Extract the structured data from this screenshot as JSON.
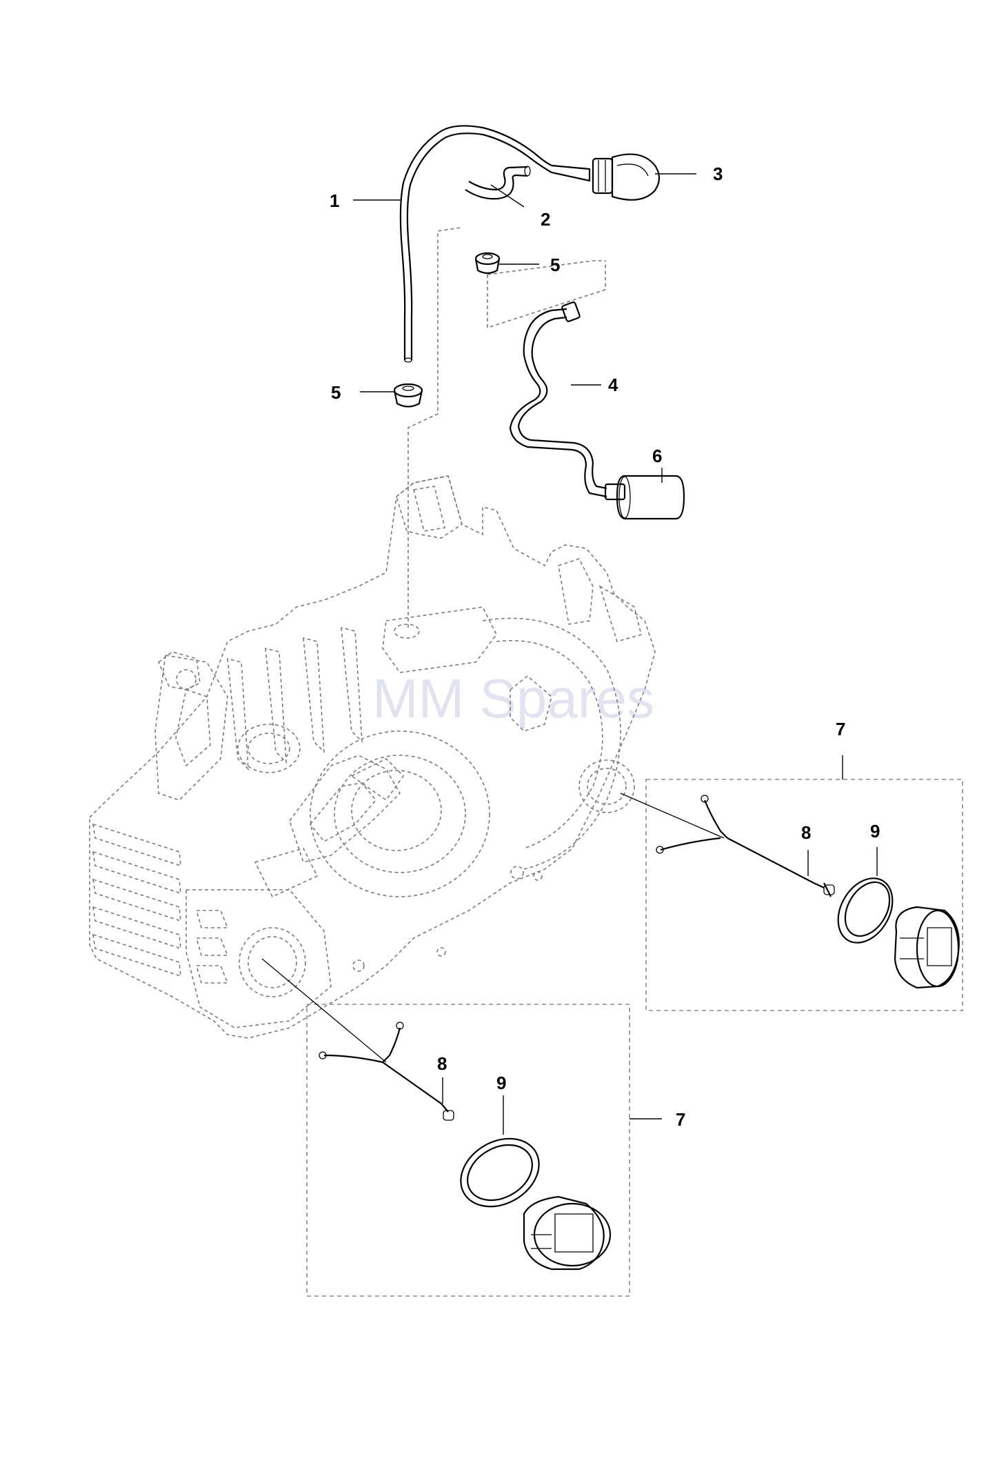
{
  "callouts": {
    "c1": "1",
    "c2": "2",
    "c3": "3",
    "c4": "4",
    "c5a": "5",
    "c5b": "5",
    "c6": "6",
    "c7a": "7",
    "c8a": "8",
    "c9a": "9",
    "c7b": "7",
    "c8b": "8",
    "c9b": "9"
  },
  "watermark": "MM Spares"
}
